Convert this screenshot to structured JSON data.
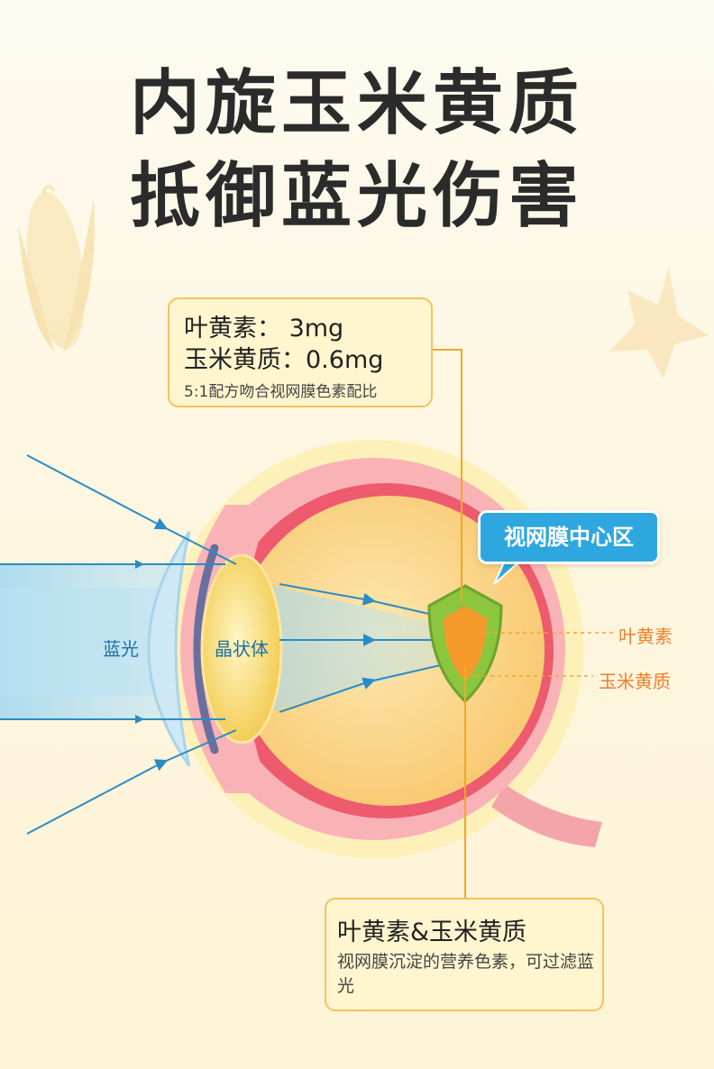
{
  "title": {
    "line1": "内旋玉米黄质",
    "line2": "抵御蓝光伤害"
  },
  "top_box": {
    "row1": "叶黄素：    3mg",
    "row2": "玉米黄质：0.6mg",
    "row3": "5:1配方吻合视网膜色素配比"
  },
  "labels": {
    "blue_light": "蓝光",
    "lens": "晶状体",
    "macula": "视网膜中心区",
    "lutein": "叶黄素",
    "zeaxanthin": "玉米黄质"
  },
  "bottom_box": {
    "heading": "叶黄素&玉米黄质",
    "description": "视网膜沉淀的营养色素，可过滤蓝光"
  },
  "colors": {
    "title": "#2b2b2b",
    "box_fill": "#fff6cf",
    "box_border": "#f6c15c",
    "leader_line": "#f5a623",
    "callout": "#2ea7e0",
    "blue_light": "#7cc8ea",
    "retina": "#ee5a6e",
    "sclera": "#f9b3b6",
    "vitreous": "#fbd98a",
    "shield": "#8cc63f",
    "orange_label": "#f0802a"
  },
  "icons": [
    "corn-icon",
    "star-icon",
    "shield-icon"
  ]
}
